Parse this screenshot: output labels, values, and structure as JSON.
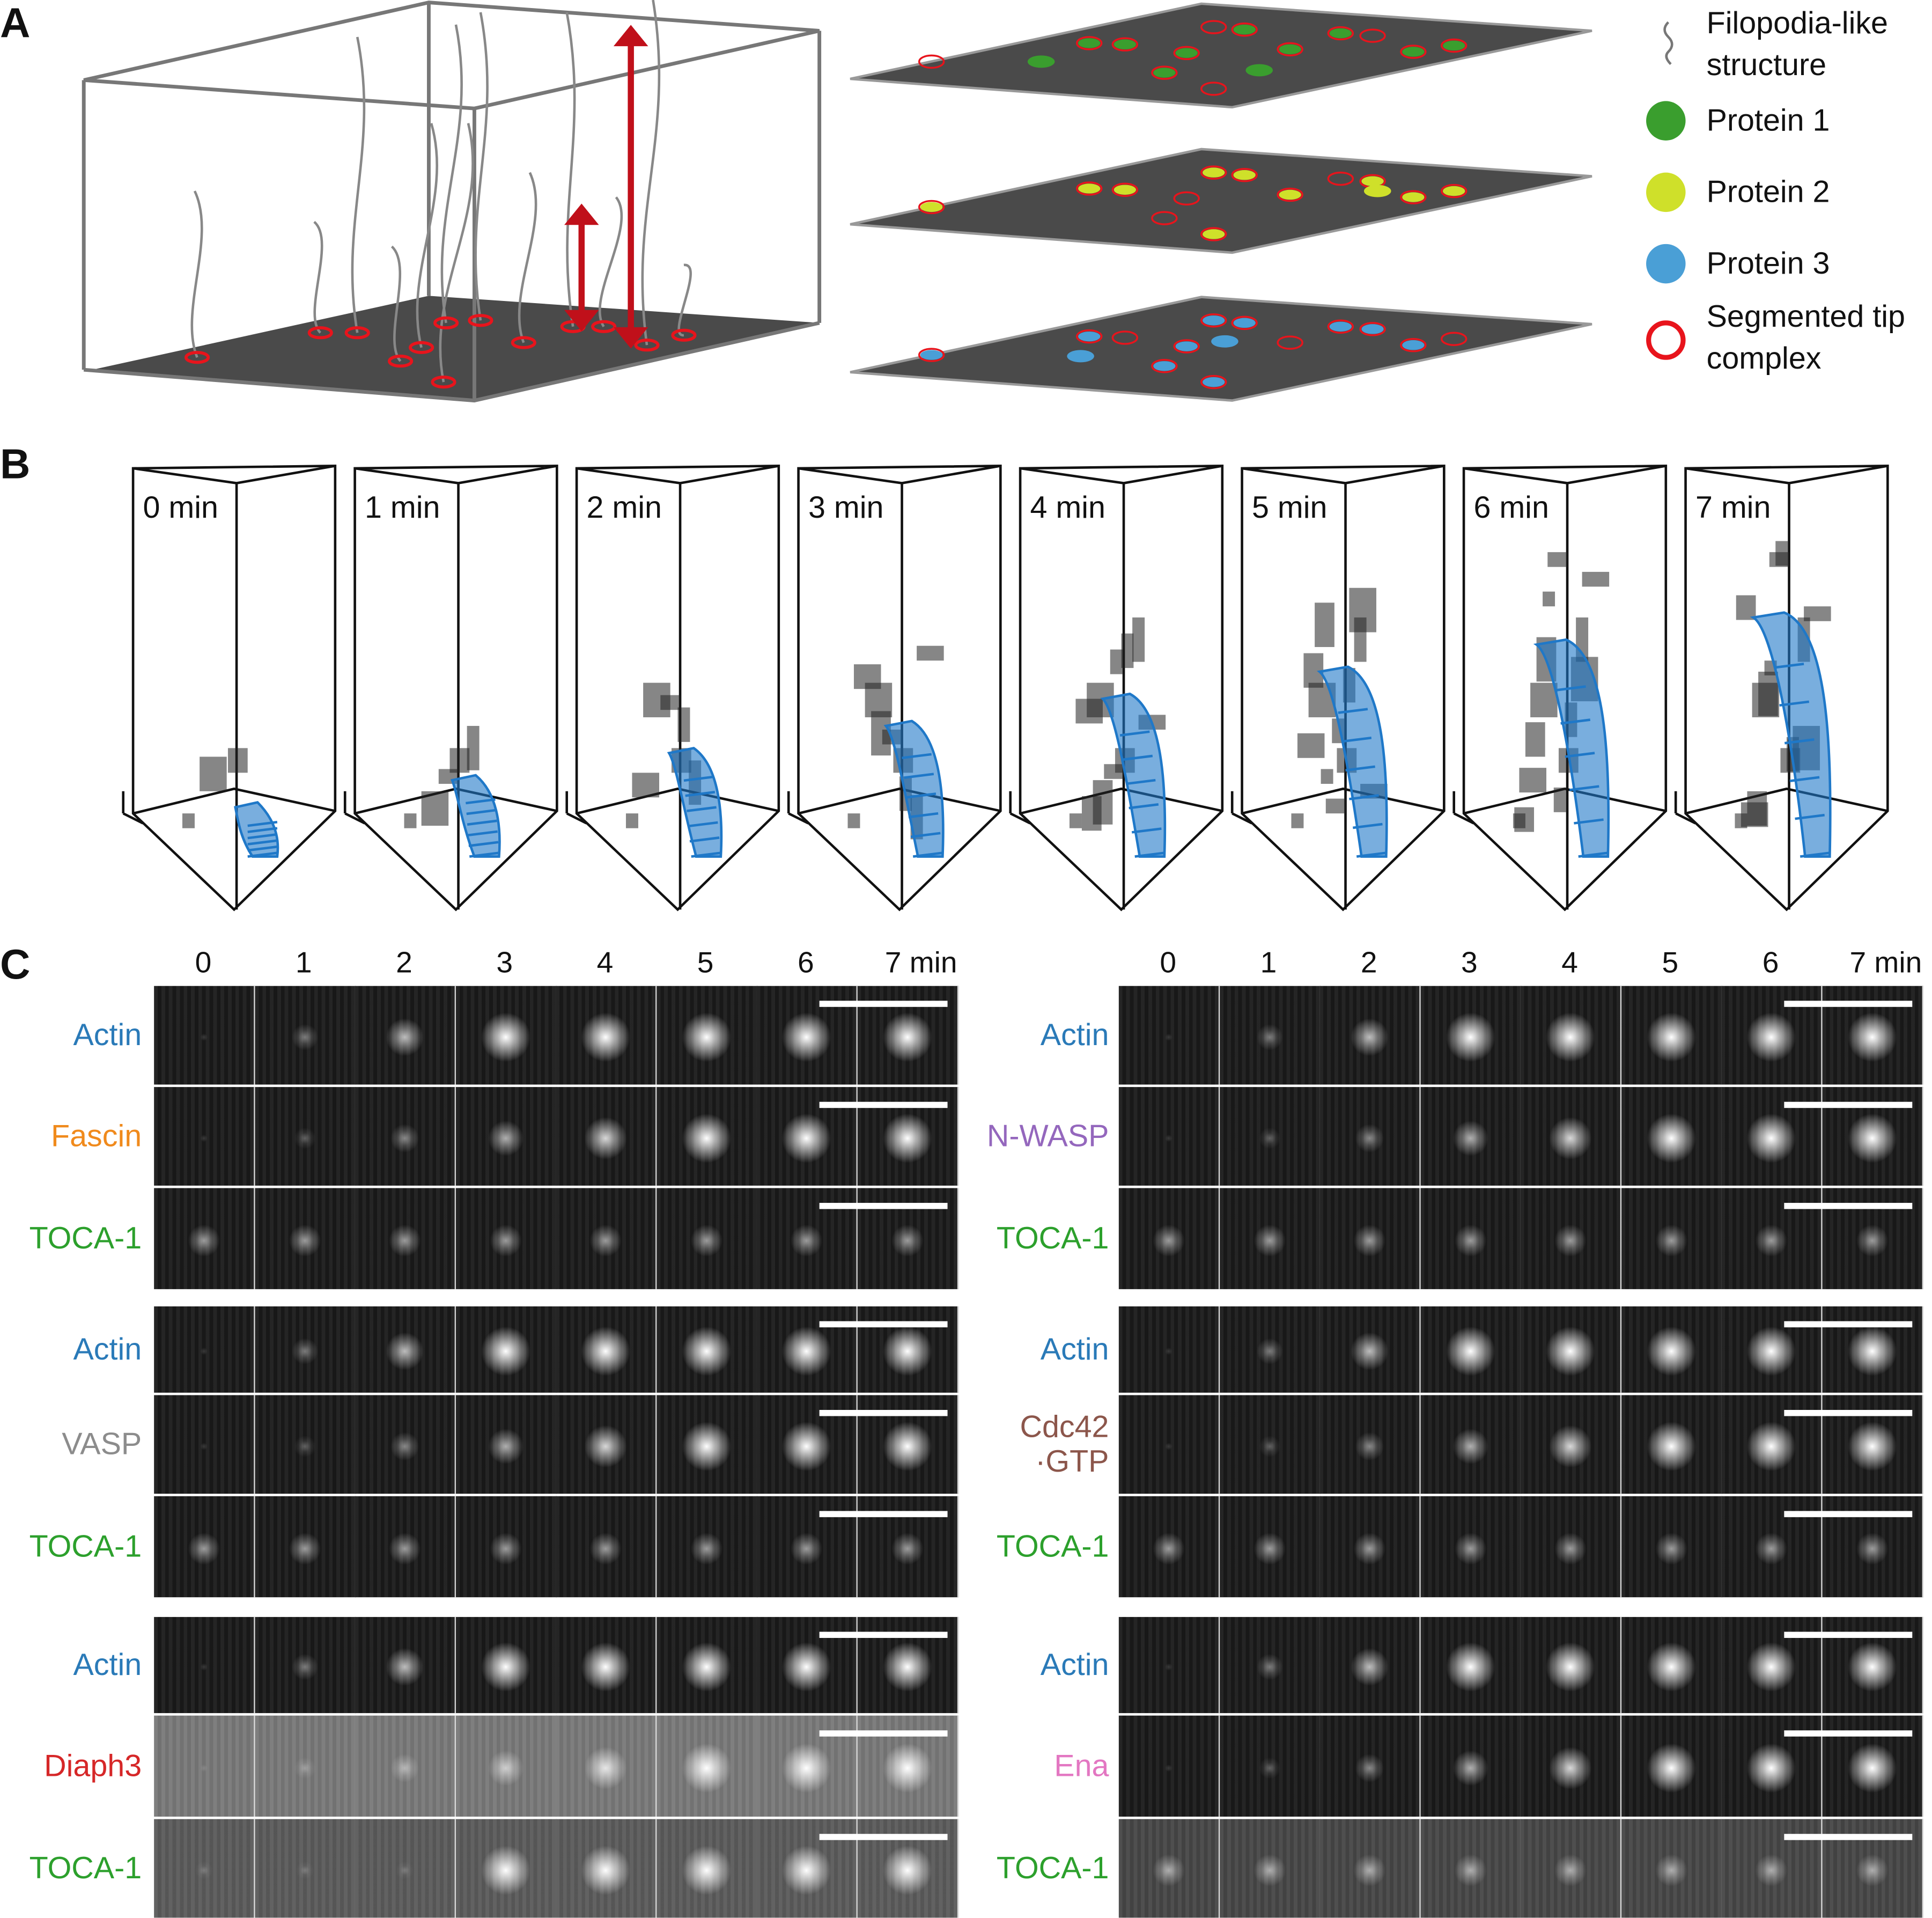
{
  "panels": {
    "a": "A",
    "b": "B",
    "c": "C"
  },
  "legend": [
    {
      "label": "Filopodia-like structure",
      "icon": "filopodia-squiggle-icon",
      "color": "#777777"
    },
    {
      "label": "Protein 1",
      "icon": "green-dot-icon",
      "color": "#3a9e2e"
    },
    {
      "label": "Protein 2",
      "icon": "yellow-dot-icon",
      "color": "#cfe02a"
    },
    {
      "label": "Protein 3",
      "icon": "blue-dot-icon",
      "color": "#4a9fd6"
    },
    {
      "label": "Segmented tip complex",
      "icon": "red-ring-icon",
      "color": "#e8141c"
    }
  ],
  "timepoints_b": [
    "0 min",
    "1 min",
    "2 min",
    "3 min",
    "4 min",
    "5 min",
    "6 min",
    "7 min"
  ],
  "timepoints_c": [
    "0",
    "1",
    "2",
    "3",
    "4",
    "5",
    "6",
    "7 min"
  ],
  "colors": {
    "actin": "#2a7ab8",
    "fascin": "#f08a1c",
    "toca": "#2ca02c",
    "nwasp": "#9467bd",
    "vasp": "#8c8c8c",
    "cdc42": "#8c564b",
    "diaph3": "#d62728",
    "ena": "#e377c2",
    "mesh": "#1f78c8",
    "arrow": "#c0101a"
  },
  "groups_left": [
    {
      "rows": [
        {
          "label": "Actin",
          "color": "#2a7ab8"
        },
        {
          "label": "Fascin",
          "color": "#f08a1c"
        },
        {
          "label": "TOCA-1",
          "color": "#2ca02c"
        }
      ]
    },
    {
      "rows": [
        {
          "label": "Actin",
          "color": "#2a7ab8"
        },
        {
          "label": "VASP",
          "color": "#8c8c8c"
        },
        {
          "label": "TOCA-1",
          "color": "#2ca02c"
        }
      ]
    },
    {
      "rows": [
        {
          "label": "Actin",
          "color": "#2a7ab8"
        },
        {
          "label": "Diaph3",
          "color": "#d62728"
        },
        {
          "label": "TOCA-1",
          "color": "#2ca02c"
        }
      ]
    }
  ],
  "groups_right": [
    {
      "rows": [
        {
          "label": "Actin",
          "color": "#2a7ab8"
        },
        {
          "label": "N-WASP",
          "color": "#9467bd"
        },
        {
          "label": "TOCA-1",
          "color": "#2ca02c"
        }
      ]
    },
    {
      "rows": [
        {
          "label": "Actin",
          "color": "#2a7ab8"
        },
        {
          "label": "Cdc42 ·GTP",
          "color": "#8c564b"
        },
        {
          "label": "TOCA-1",
          "color": "#2ca02c"
        }
      ]
    },
    {
      "rows": [
        {
          "label": "Actin",
          "color": "#2a7ab8"
        },
        {
          "label": "Ena",
          "color": "#e377c2"
        },
        {
          "label": "TOCA-1",
          "color": "#2ca02c"
        }
      ]
    }
  ]
}
